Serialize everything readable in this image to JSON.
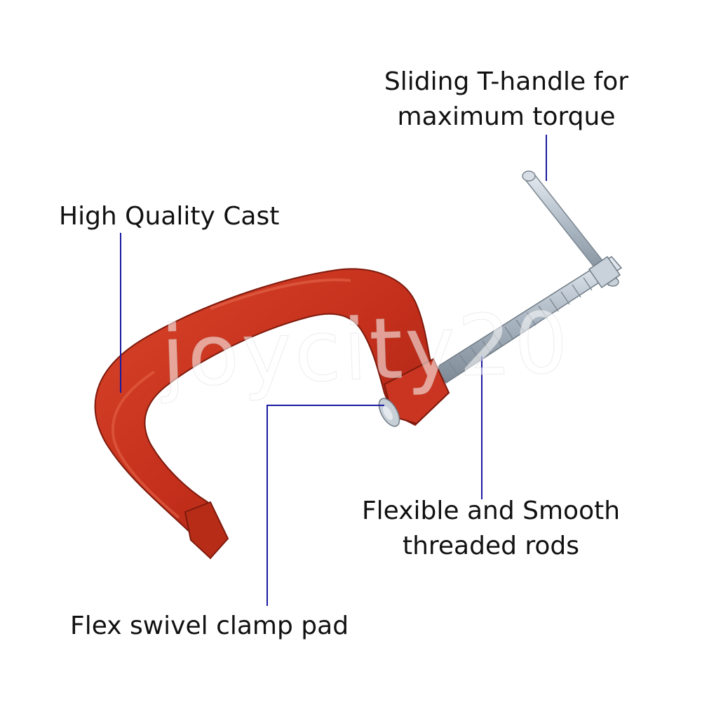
{
  "callouts": {
    "t_handle": {
      "line1": "Sliding T-handle for",
      "line2": "maximum torque"
    },
    "cast": {
      "text": "High Quality Cast"
    },
    "threaded": {
      "line1": "Flexible and Smooth",
      "line2": "threaded rods"
    },
    "pad": {
      "text": "Flex swivel clamp pad"
    }
  },
  "watermark": "joycity20",
  "colors": {
    "clamp_body": "#c8321e",
    "clamp_shadow": "#9c2414",
    "rod": "#b9c4cf",
    "leader_line": "#1a1aa0",
    "text": "#111111"
  }
}
